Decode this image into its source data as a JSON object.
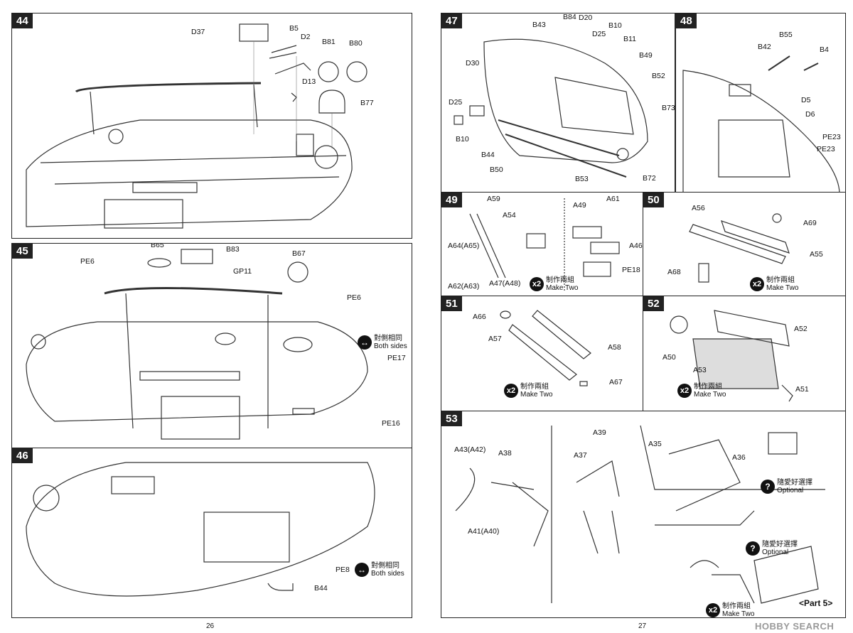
{
  "pages": {
    "left_number": "26",
    "right_number": "27"
  },
  "steps": {
    "s44": {
      "number": "44",
      "labels": [
        "D37",
        "B5",
        "D2",
        "B81",
        "B80",
        "D13",
        "B77"
      ]
    },
    "s45": {
      "number": "45",
      "labels": [
        "B65",
        "B83",
        "B67",
        "PE6",
        "GP11",
        "PE6",
        "PE17",
        "PE16"
      ],
      "note_cn": "對側相同",
      "note_en": "Both sides"
    },
    "s46": {
      "number": "46",
      "labels": [
        "PE8",
        "B44"
      ],
      "note_cn": "對側相同",
      "note_en": "Both sides"
    },
    "s47": {
      "number": "47",
      "labels": [
        "B43",
        "B84",
        "D20",
        "B10",
        "D25",
        "B11",
        "D30",
        "B49",
        "B52",
        "D25",
        "B73",
        "B10",
        "B44",
        "B50",
        "B53",
        "B72"
      ]
    },
    "s48": {
      "number": "48",
      "labels": [
        "B55",
        "B42",
        "B4",
        "D5",
        "D6",
        "PE23",
        "PE23"
      ]
    },
    "s49": {
      "number": "49",
      "labels": [
        "A59",
        "A54",
        "A49",
        "A61",
        "A64(A65)",
        "A46",
        "PE18",
        "A62(A63)",
        "A47(A48)"
      ],
      "mult": "x2",
      "make_cn": "制作兩組",
      "make_en": "Make Two"
    },
    "s50": {
      "number": "50",
      "labels": [
        "A56",
        "A69",
        "A55",
        "A68"
      ],
      "mult": "x2",
      "make_cn": "制作兩組",
      "make_en": "Make Two"
    },
    "s51": {
      "number": "51",
      "labels": [
        "A66",
        "A57",
        "A58",
        "A67"
      ],
      "mult": "x2",
      "make_cn": "制作兩組",
      "make_en": "Make Two"
    },
    "s52": {
      "number": "52",
      "labels": [
        "A52",
        "A50",
        "A53",
        "A51"
      ],
      "mult": "x2",
      "make_cn": "制作兩組",
      "make_en": "Make Two"
    },
    "s53": {
      "number": "53",
      "labels": [
        "A43(A42)",
        "A38",
        "A39",
        "A37",
        "A35",
        "A36",
        "A41(A40)"
      ],
      "opt_cn": "隨愛好選擇",
      "opt_en": "Optional",
      "mult": "x2",
      "make_cn": "制作兩組",
      "make_en": "Make Two",
      "part": "<Part 5>"
    },
    "watermark": "HOBBY SEARCH"
  }
}
